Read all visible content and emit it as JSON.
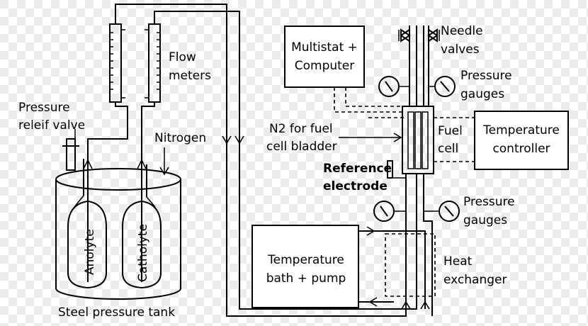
{
  "colors": {
    "line": "#000000",
    "background": "#ffffff",
    "checker": "#e6e6e6"
  },
  "labels": {
    "pressure_relief_valve_1": "Pressure",
    "pressure_relief_valve_2": "releif valve",
    "flow_meters_1": "Flow",
    "flow_meters_2": "meters",
    "nitrogen": "Nitrogen",
    "anolyte": "Anolyte",
    "catholyte": "Catholyte",
    "steel_pressure_tank": "Steel pressure tank",
    "multistat_1": "Multistat +",
    "multistat_2": "Computer",
    "needle_valves_1": "Needle",
    "needle_valves_2": "valves",
    "pressure_gauges_top_1": "Pressure",
    "pressure_gauges_top_2": "gauges",
    "n2_bladder_1": "N2 for fuel",
    "n2_bladder_2": "cell bladder",
    "fuel_cell_1": "Fuel",
    "fuel_cell_2": "cell",
    "temperature_controller_1": "Temperature",
    "temperature_controller_2": "controller",
    "reference_electrode_1": "Reference",
    "reference_electrode_2": "electrode",
    "pressure_gauges_bottom_1": "Pressure",
    "pressure_gauges_bottom_2": "gauges",
    "temperature_bath_1": "Temperature",
    "temperature_bath_2": "bath + pump",
    "heat_exchanger_1": "Heat",
    "heat_exchanger_2": "exchanger"
  }
}
